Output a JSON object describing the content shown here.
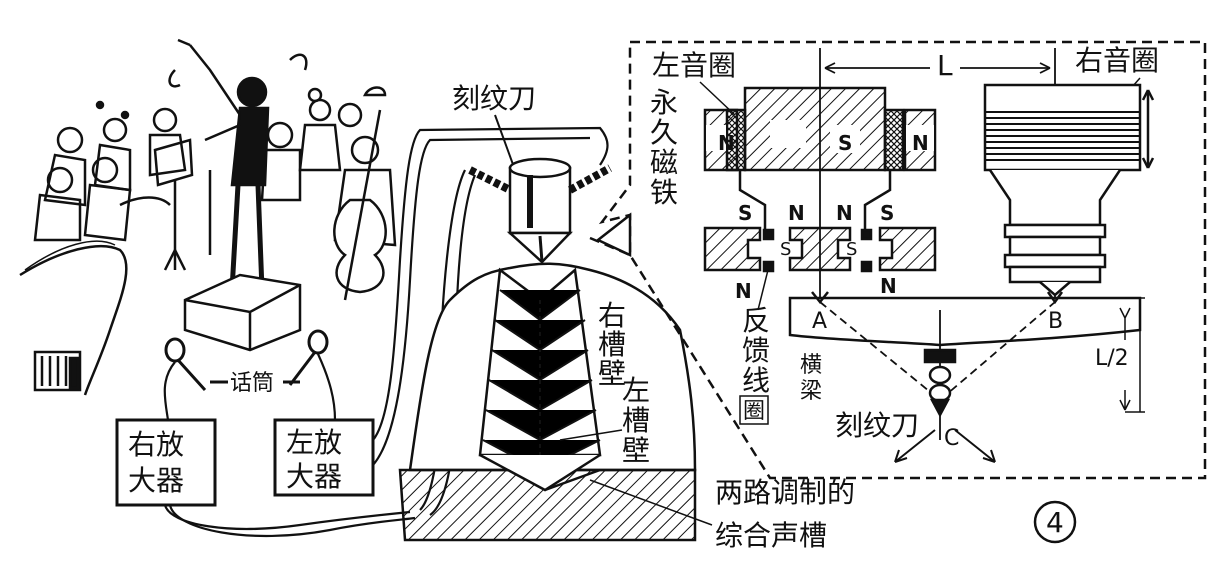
{
  "labels": {
    "cutter_top": "刻纹刀",
    "right_wall": [
      "右",
      "槽",
      "壁"
    ],
    "left_wall": [
      "左",
      "槽",
      "壁"
    ],
    "microphone": "话筒",
    "right_amp": [
      "右放",
      "大器"
    ],
    "left_amp": [
      "左放",
      "大器"
    ],
    "groove": [
      "两路调制的",
      "综合声槽"
    ],
    "figure_number": "4",
    "left_coil": "左音圈",
    "right_coil": "右音圈",
    "dimension_L": "L",
    "magnet": [
      "永",
      "久",
      "磁",
      "铁"
    ],
    "feedback_coil": [
      "反",
      "馈",
      "线",
      "圈"
    ],
    "beam": [
      "横",
      "梁"
    ],
    "cutter_bottom": "刻纹刀",
    "point_A": "A",
    "point_B": "B",
    "point_C": "C",
    "half_L": "L/2",
    "pole_N": "N",
    "pole_S": "S"
  },
  "colors": {
    "ink": "#111111",
    "paper": "#ffffff"
  }
}
